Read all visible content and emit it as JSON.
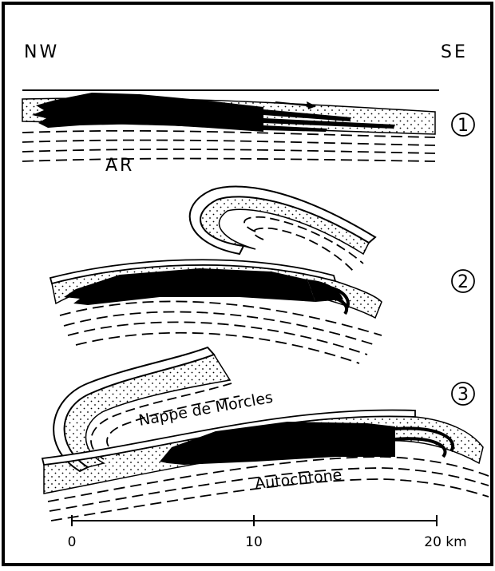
{
  "compass": {
    "left": "NW",
    "right": "SE"
  },
  "stages": [
    "1",
    "2",
    "3"
  ],
  "labels": {
    "stage1_unit": "AR",
    "nappe": "Nappe de Morcles",
    "autochtone": "Autochtone"
  },
  "scale": {
    "ticks": [
      "0",
      "10",
      "20 km"
    ]
  }
}
